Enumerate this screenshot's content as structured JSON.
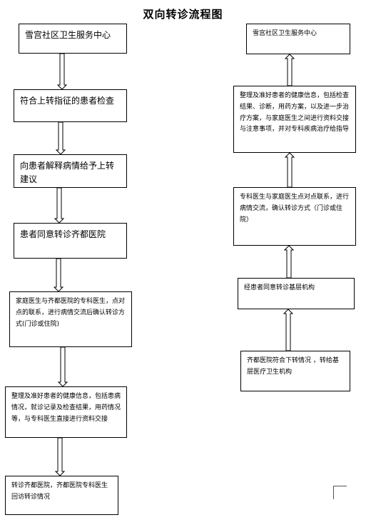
{
  "title": "双向转诊流程图",
  "left_steps": [
    "雪宫社区卫生服务中心",
    "符合上转指征的患者检查",
    "向患者解释病情给予上转建议",
    "患者同意转诊齐都医院",
    "家庭医生与齐都医院的专科医生，点对点的联系，进行病情交流后确认转诊方式(门诊或住院)",
    "整理及准好患者的健康信息，包括患病情况，就诊记录及检查结果，用药情况等，与专科医生直接进行资料交接",
    "转诊齐都医院，齐都医院专科医生回访转诊情况"
  ],
  "right_steps": [
    "雪宫社区卫生服务中心",
    "整理及准好患者的健康信息，包括检查结果、诊断，用药方案，以及进一步治疗方案，与家庭医生之间进行资料交接与注意事项，并对专科疾病治疗给指导",
    "专科医生与家庭医生点对点联系，进行病情交流，确认转诊方式（门诊或住院）",
    "经患者同意转诊基层机构",
    "齐都医院符合下转情况 ，转给基层医疗卫生机构"
  ]
}
